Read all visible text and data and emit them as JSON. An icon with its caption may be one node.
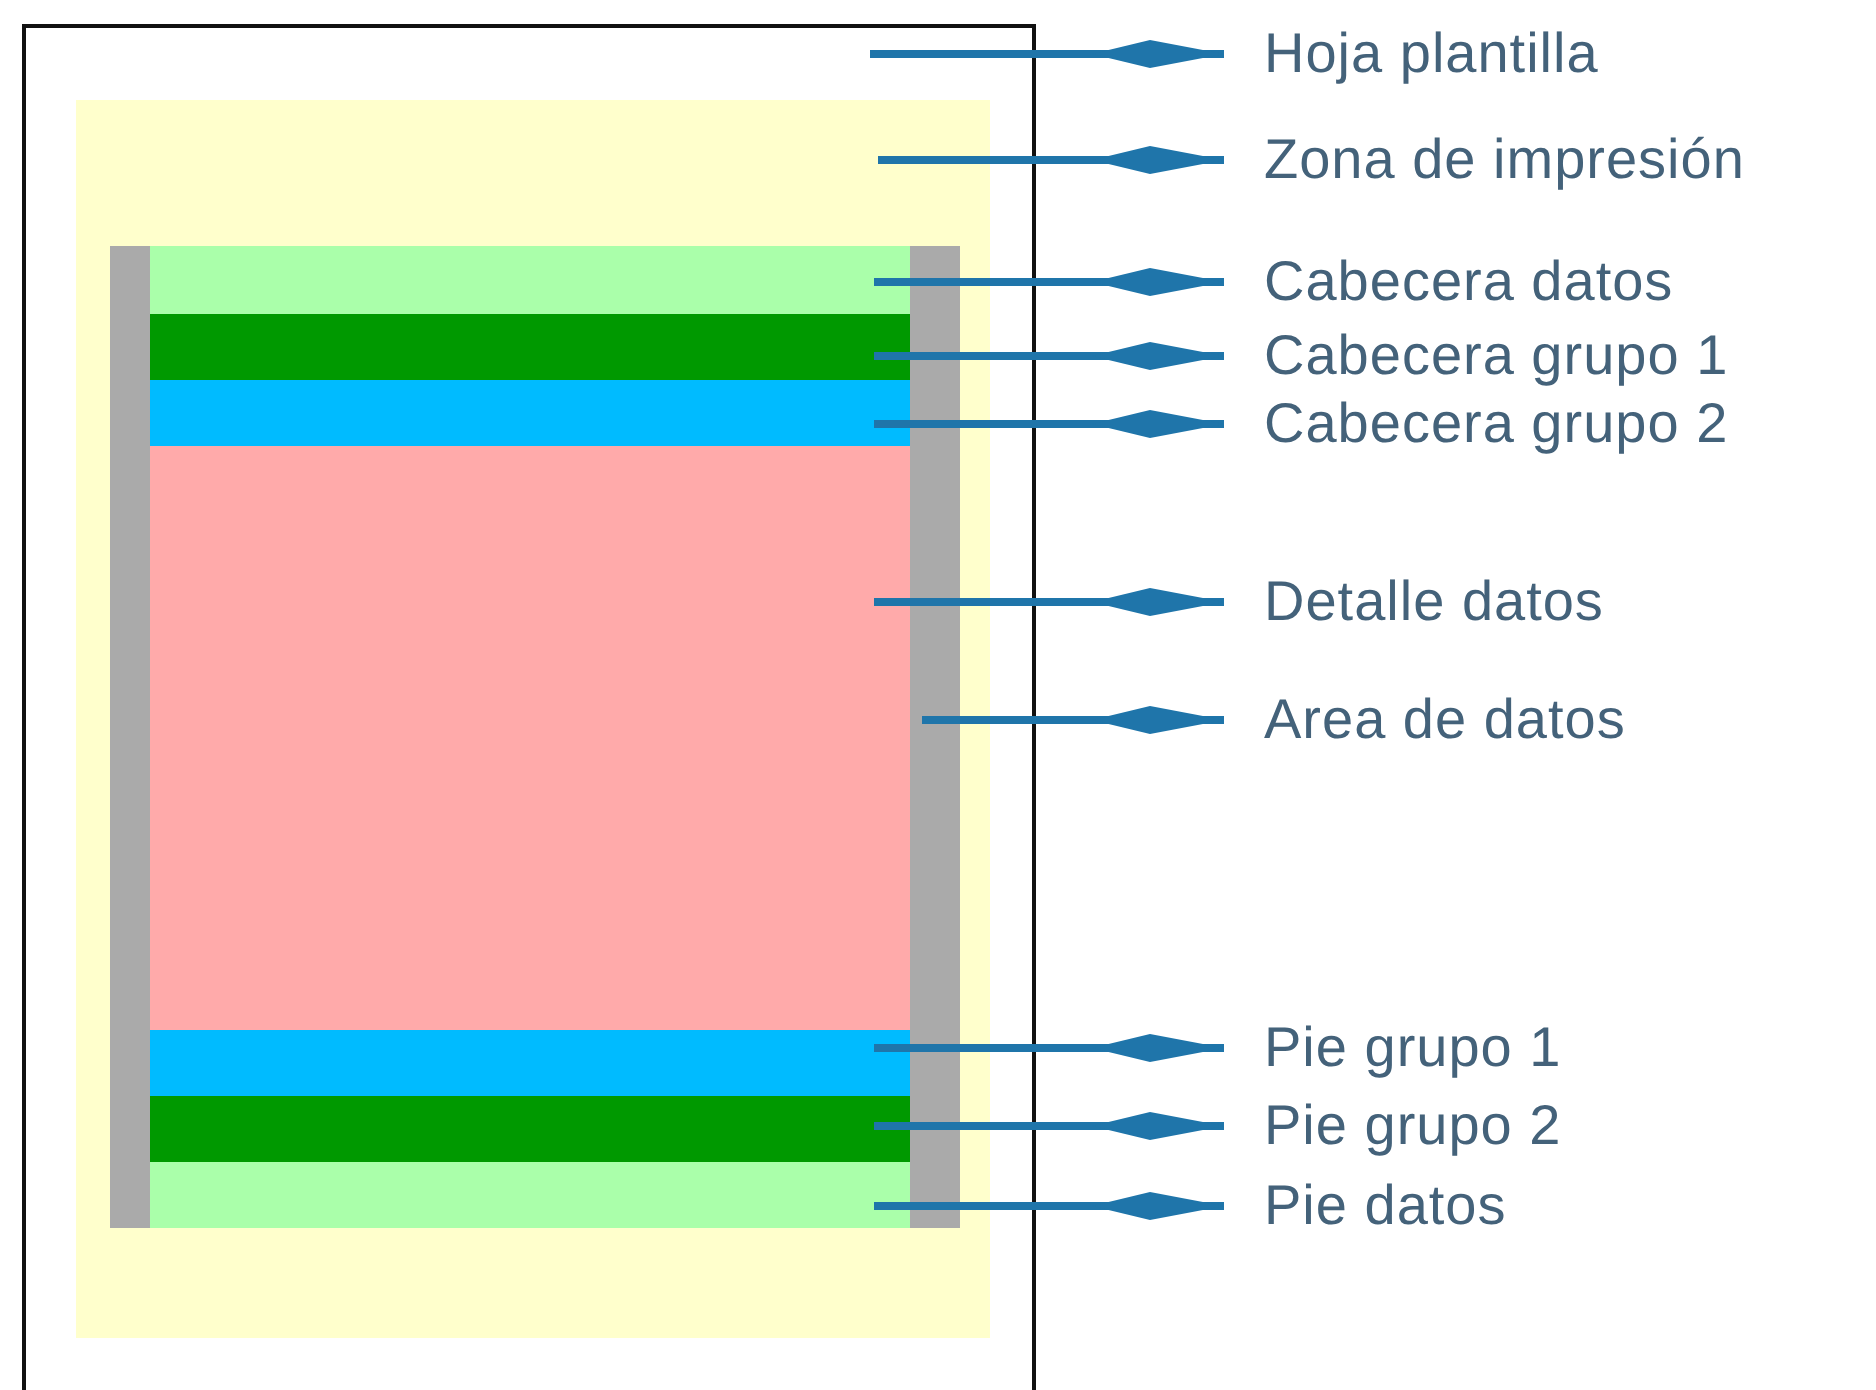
{
  "diagram": {
    "nodes": [
      {
        "text": [],
        "shape": "box"
      },
      {
        "text": [],
        "shape": "box",
        "in": 0
      },
      {
        "text": [],
        "shape": "box",
        "in": 1
      },
      {
        "text": [],
        "shape": "bar",
        "in": 2
      },
      {
        "text": [],
        "shape": "bar",
        "in": 2
      },
      {
        "text": [],
        "shape": "bar",
        "in": 2
      },
      {
        "text": [],
        "shape": "box",
        "in": 2
      },
      {
        "text": [],
        "shape": "bar",
        "in": 2
      },
      {
        "text": [],
        "shape": "bar",
        "in": 2
      },
      {
        "text": [],
        "shape": "bar",
        "in": 2
      },
      {
        "text": [
          "Hoja plantilla"
        ]
      },
      {
        "text": [
          "Zona de impresión"
        ]
      },
      {
        "text": [
          "Cabecera datos"
        ]
      },
      {
        "text": [
          "Cabecera grupo 1"
        ]
      },
      {
        "text": [
          "Cabecera grupo 2"
        ]
      },
      {
        "text": [
          "Detalle datos"
        ]
      },
      {
        "text": [
          "Area de datos"
        ]
      },
      {
        "text": [
          "Pie grupo 1"
        ]
      },
      {
        "text": [
          "Pie grupo 2"
        ]
      },
      {
        "text": [
          "Pie datos"
        ]
      }
    ],
    "edges": [
      {
        "from": 0,
        "to": 10,
        "arrow": "other"
      },
      {
        "from": 1,
        "to": 11,
        "arrow": "other"
      },
      {
        "from": 3,
        "to": 12,
        "arrow": "other"
      },
      {
        "from": 4,
        "to": 13,
        "arrow": "other"
      },
      {
        "from": 5,
        "to": 14,
        "arrow": "other"
      },
      {
        "from": 6,
        "to": 15,
        "arrow": "other"
      },
      {
        "from": 2,
        "to": 16,
        "arrow": "other"
      },
      {
        "from": 7,
        "to": 17,
        "arrow": "other"
      },
      {
        "from": 8,
        "to": 18,
        "arrow": "other"
      },
      {
        "from": 9,
        "to": 19,
        "arrow": "other"
      }
    ]
  }
}
